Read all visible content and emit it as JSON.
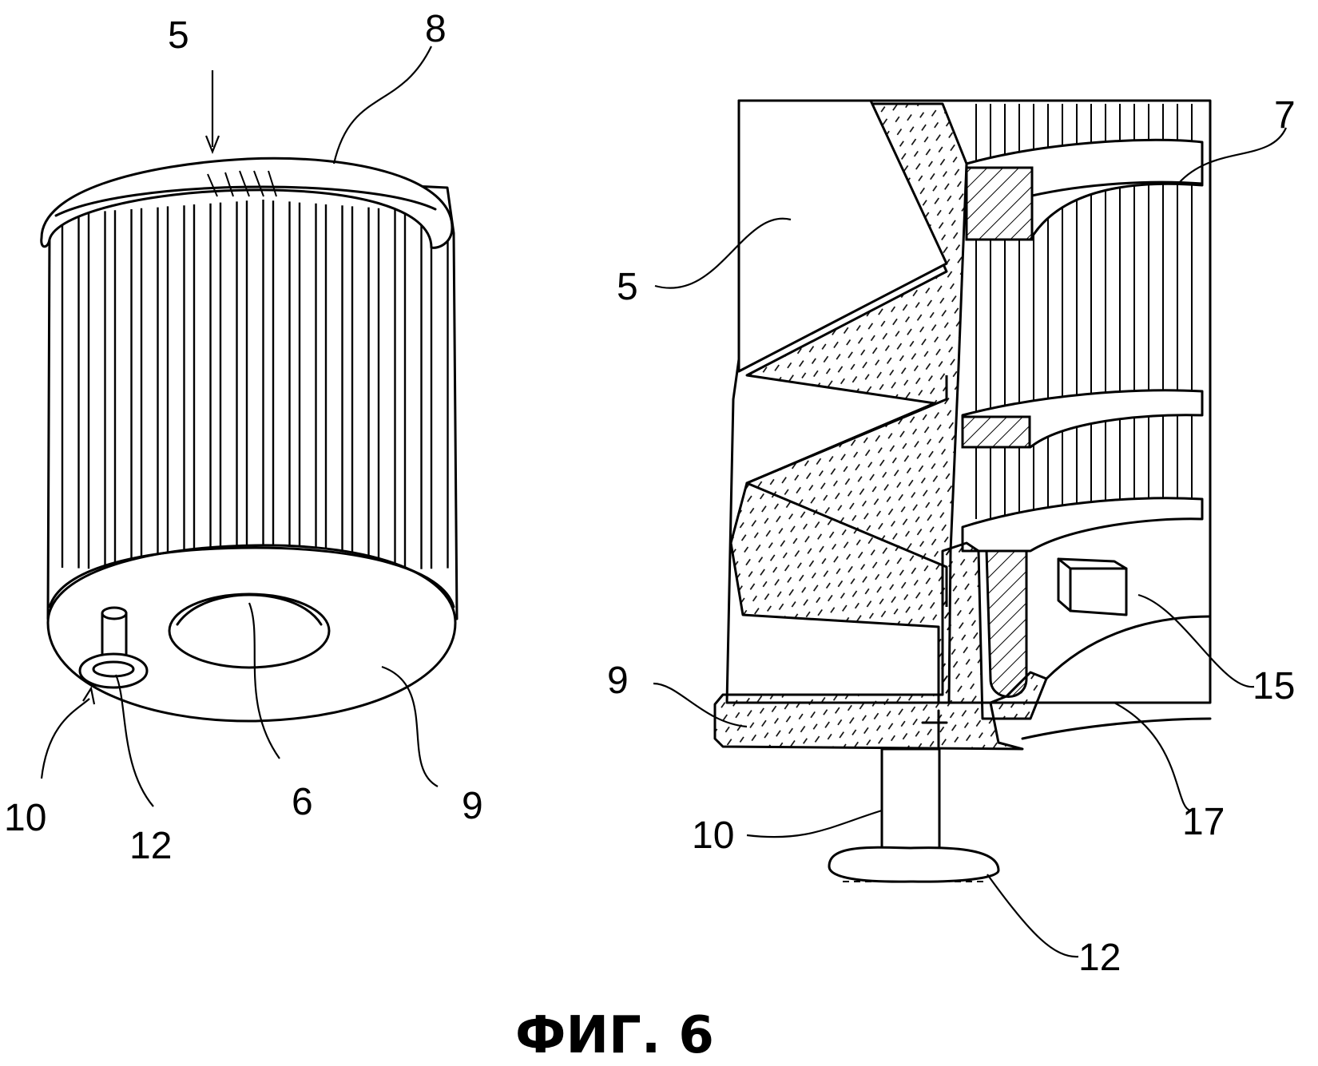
{
  "figure": {
    "caption": "ФИГ. 6",
    "left_view": {
      "labels": {
        "element_5": "5",
        "element_8": "8",
        "element_6": "6",
        "element_9": "9",
        "element_10": "10",
        "element_12": "12"
      }
    },
    "right_view": {
      "labels": {
        "element_7": "7",
        "element_5": "5",
        "element_9": "9",
        "element_15": "15",
        "element_10": "10",
        "element_17": "17",
        "element_12": "12"
      }
    }
  }
}
